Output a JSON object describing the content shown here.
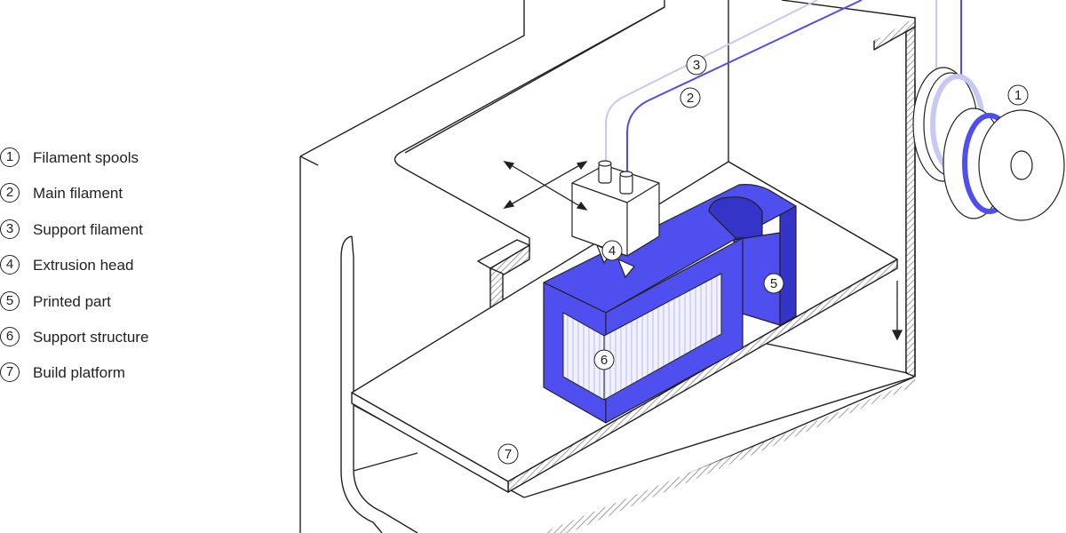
{
  "legend": [
    {
      "number": "1",
      "label": "Filament spools"
    },
    {
      "number": "2",
      "label": "Main filament"
    },
    {
      "number": "3",
      "label": "Support filament"
    },
    {
      "number": "4",
      "label": "Extrusion head"
    },
    {
      "number": "5",
      "label": "Printed part"
    },
    {
      "number": "6",
      "label": "Support structure"
    },
    {
      "number": "7",
      "label": "Build platform"
    }
  ],
  "callouts": {
    "spools": "1",
    "main_filament": "2",
    "support_filament": "3",
    "extrusion_head": "4",
    "printed_part": "5",
    "support_structure": "6",
    "build_platform": "7"
  },
  "colors": {
    "printed_part": "#4f4ff0",
    "printed_part_dark": "#3434c8",
    "support_filament": "#c8c8f4",
    "outline": "#222222"
  }
}
